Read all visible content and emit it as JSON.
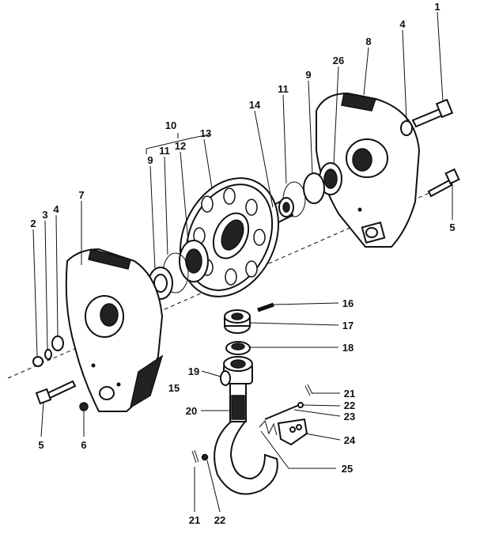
{
  "title_hidden": null,
  "labels": {
    "l1": "1",
    "l4a": "4",
    "l8": "8",
    "l26": "26",
    "l9a": "9",
    "l11a": "11",
    "l14": "14",
    "l10": "10",
    "l13": "13",
    "l12": "12",
    "l11b": "11",
    "l9b": "9",
    "l2": "2",
    "l3": "3",
    "l4b": "4",
    "l7": "7",
    "l5a": "5",
    "l16": "16",
    "l17": "17",
    "l18": "18",
    "l19": "19",
    "l15": "15",
    "l21a": "21",
    "l22a": "22",
    "l23": "23",
    "l20": "20",
    "l24": "24",
    "l25": "25",
    "l5b": "5",
    "l6": "6",
    "l21b": "21",
    "l22b": "22"
  }
}
